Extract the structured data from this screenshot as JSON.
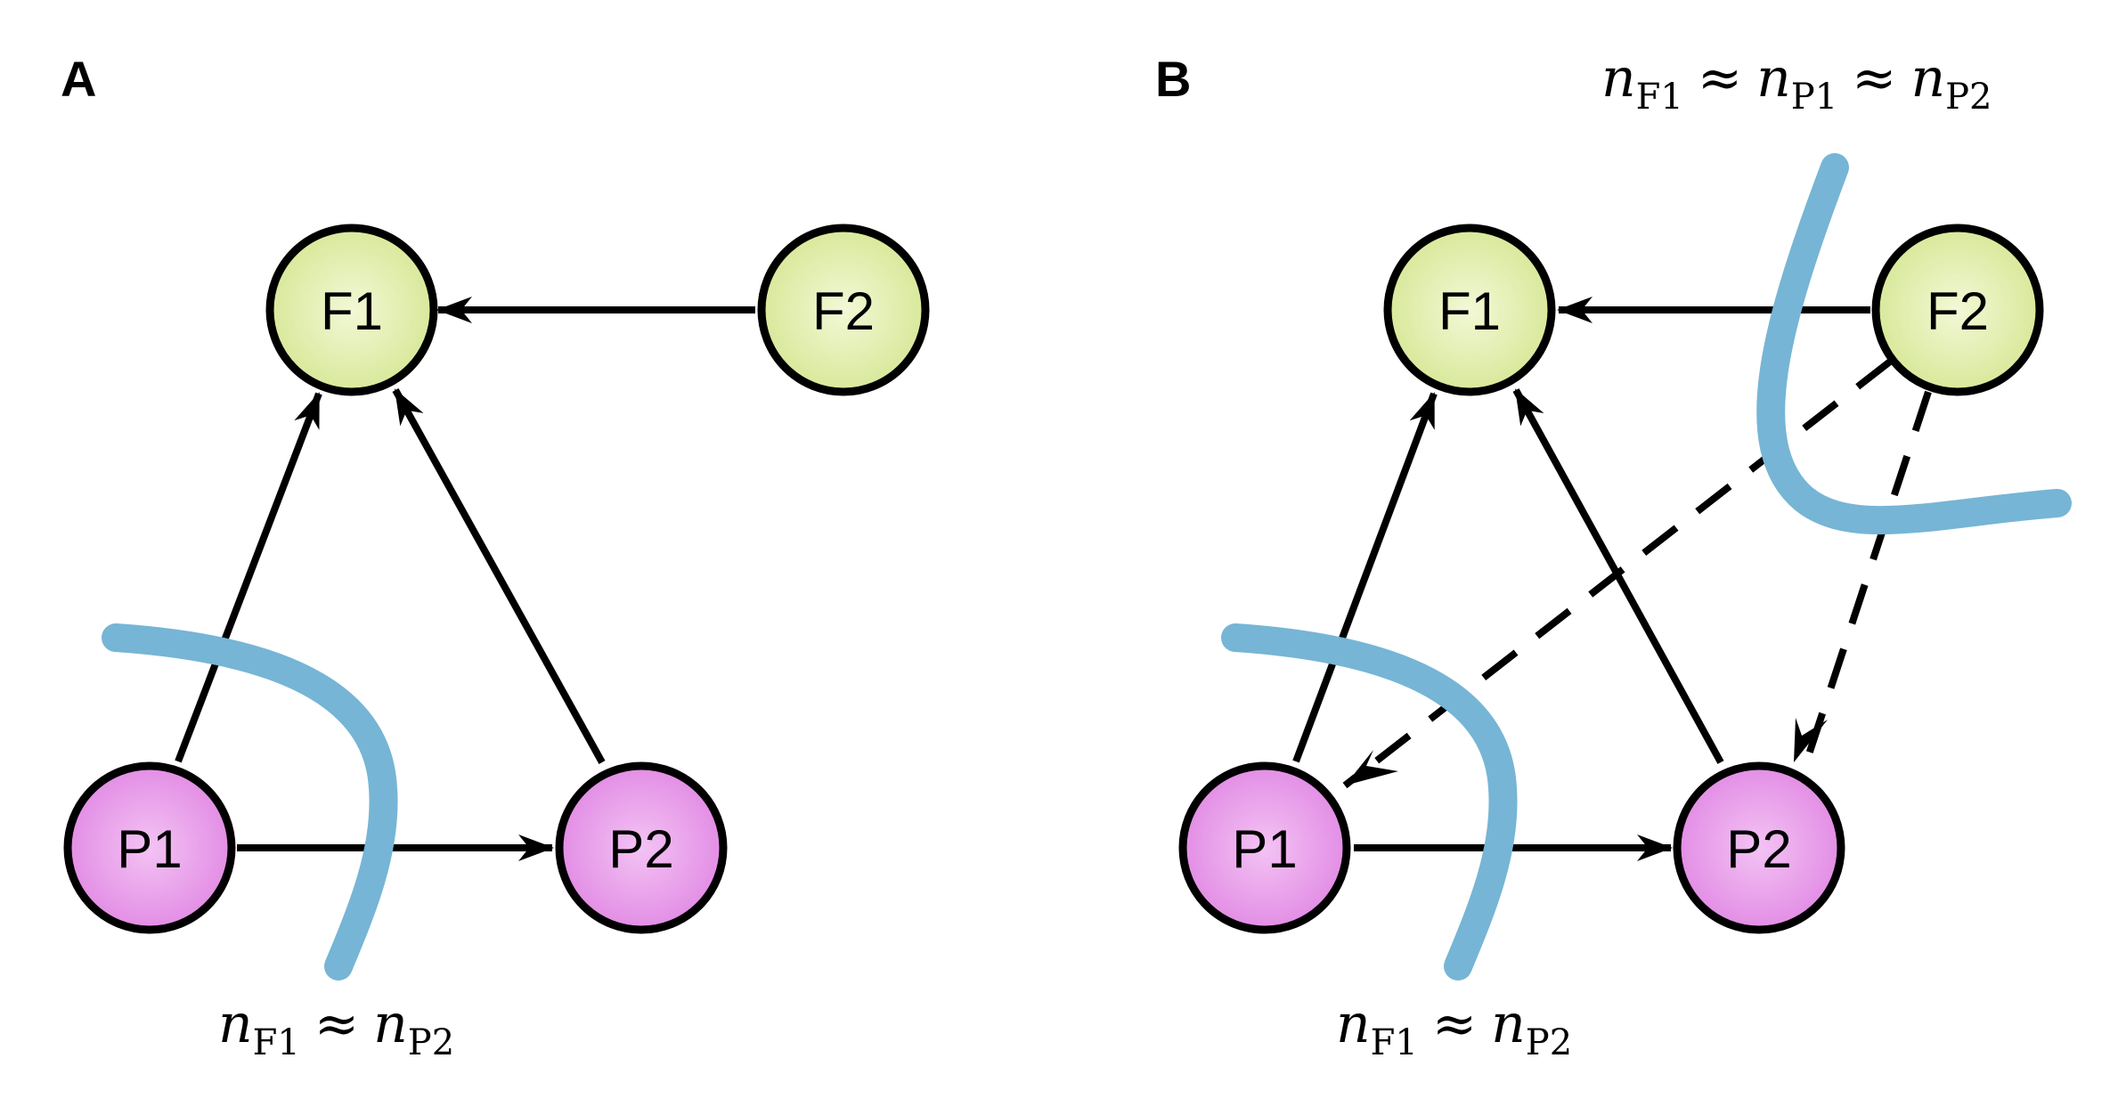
{
  "colors": {
    "forward_node": "#d6e794",
    "plant_node": "#e188e3",
    "cut_line": "#76b5d5",
    "edge": "#000000"
  },
  "panels": [
    {
      "label": "A",
      "nodes": {
        "F1": "F1",
        "F2": "F2",
        "P1": "P1",
        "P2": "P2"
      },
      "constraint": {
        "n": "n",
        "sub1": "F1",
        "op": "≈",
        "sub2": "P2"
      }
    },
    {
      "label": "B",
      "nodes": {
        "F1": "F1",
        "F2": "F2",
        "P1": "P1",
        "P2": "P2"
      },
      "constraint_bottom": {
        "n": "n",
        "sub1": "F1",
        "op": "≈",
        "sub2": "P2"
      },
      "constraint_top": {
        "n": "n",
        "sub1": "F1",
        "op1": "≈",
        "sub2": "P1",
        "op2": "≈",
        "sub3": "P2"
      }
    }
  ]
}
